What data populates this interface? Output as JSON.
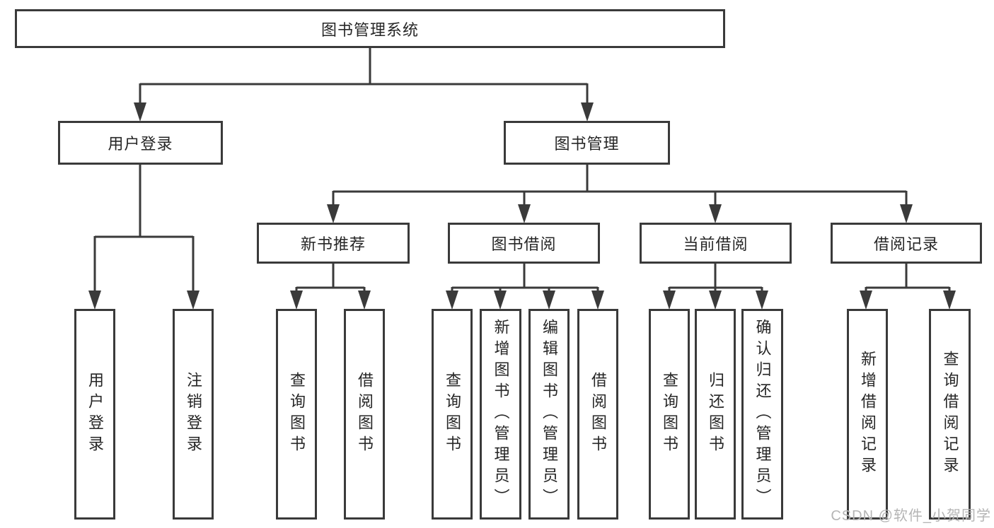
{
  "colors": {
    "background": "#ffffff",
    "box_border": "#3a3a3a",
    "connector_line": "#3a3a3a",
    "text": "#262626",
    "watermark_text": "#b5b5b5"
  },
  "tree": {
    "root": {
      "label": "图书管理系统"
    },
    "branches": [
      {
        "label": "用户登录",
        "leaves": [
          "用户登录",
          "注销登录"
        ]
      },
      {
        "label": "图书管理",
        "groups": [
          {
            "label": "新书推荐",
            "leaves": [
              "查询图书",
              "借阅图书"
            ]
          },
          {
            "label": "图书借阅",
            "leaves": [
              "查询图书",
              "新增图书（管理员）",
              "编辑图书（管理员）",
              "借阅图书"
            ]
          },
          {
            "label": "当前借阅",
            "leaves": [
              "查询图书",
              "归还图书",
              "确认归还（管理员）"
            ]
          },
          {
            "label": "借阅记录",
            "leaves": [
              "新增借阅记录",
              "查询借阅记录"
            ]
          }
        ]
      }
    ]
  },
  "watermark": {
    "text": "CSDN @软件_小贺同学"
  }
}
